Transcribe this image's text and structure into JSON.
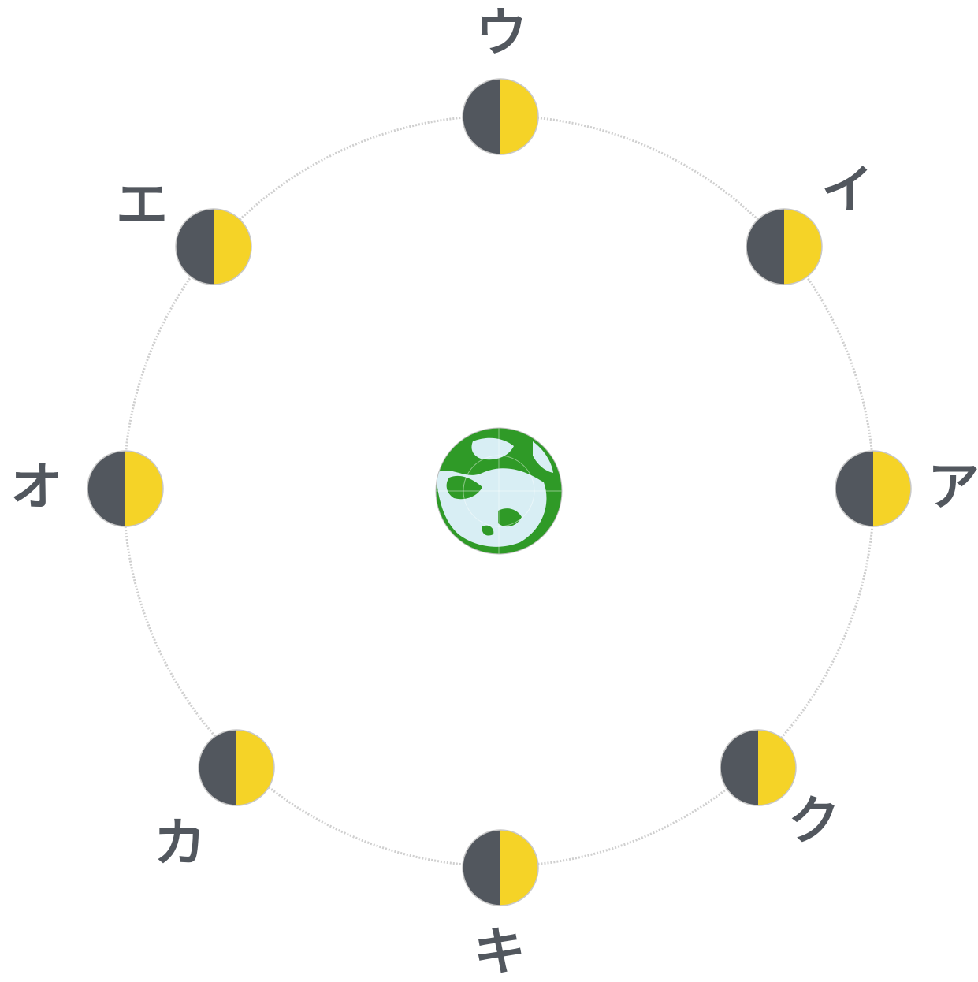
{
  "colors": {
    "moon_dark": "#52575e",
    "moon_lit": "#f5d327",
    "label": "#52575e",
    "orbit": "#cfcfcf",
    "earth_land": "#2f9a27",
    "earth_ice": "#d8eef4"
  },
  "earth": {
    "icon": "earth-north-pole-view-icon"
  },
  "positions": [
    {
      "id": "a",
      "label": "ア"
    },
    {
      "id": "i",
      "label": "イ"
    },
    {
      "id": "u",
      "label": "ウ"
    },
    {
      "id": "e",
      "label": "エ"
    },
    {
      "id": "o",
      "label": "オ"
    },
    {
      "id": "ka",
      "label": "カ"
    },
    {
      "id": "ki",
      "label": "キ"
    },
    {
      "id": "ku",
      "label": "ク"
    }
  ]
}
